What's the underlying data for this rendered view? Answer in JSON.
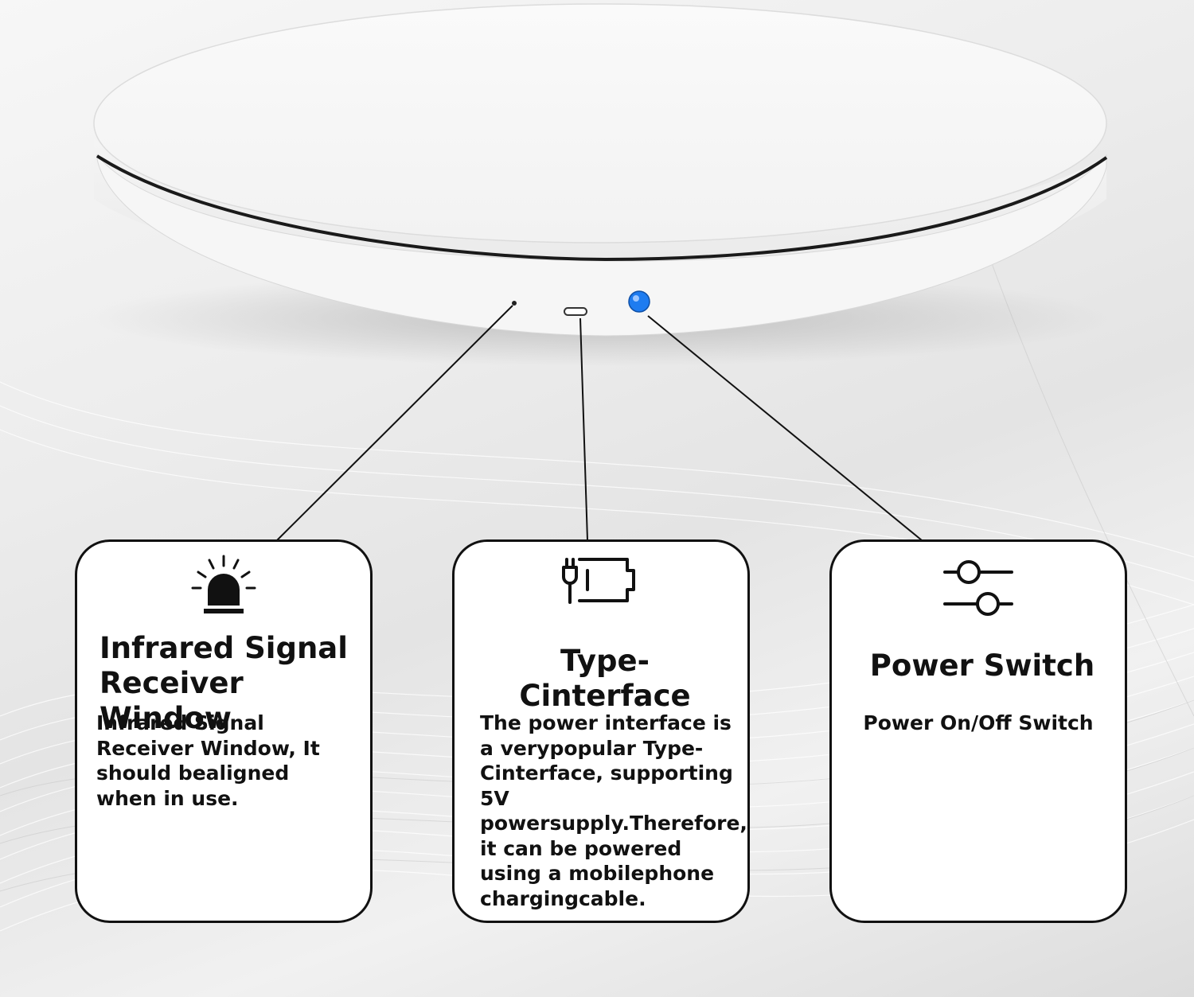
{
  "colors": {
    "background": "#ebebeb",
    "device_body": "#ffffff",
    "seam": "#1a1a1a",
    "power_button": "#1e7cf0",
    "card_border": "#111111",
    "text": "#111111"
  },
  "device": {
    "ports": [
      "infrared-window",
      "type-c-port",
      "power-button"
    ]
  },
  "cards": [
    {
      "id": "infrared",
      "icon": "warning-beacon-icon",
      "title": "Infrared Signal Receiver Window",
      "title_lines": [
        "Infrared Signal",
        "Receiver Window"
      ],
      "body": "Infrared Signal Receiver Window, It should bealigned when in use."
    },
    {
      "id": "type-c",
      "icon": "battery-charging-plug-icon",
      "title": "Type-Cinterface",
      "body": "The power interface is a verypopular Type-Cinterface, supporting 5V powersupply.Therefore, it can be powered using a mobilephone chargingcable."
    },
    {
      "id": "power-switch",
      "icon": "sliders-toggle-icon",
      "title": "Power Switch",
      "body": "Power On/Off Switch"
    }
  ]
}
